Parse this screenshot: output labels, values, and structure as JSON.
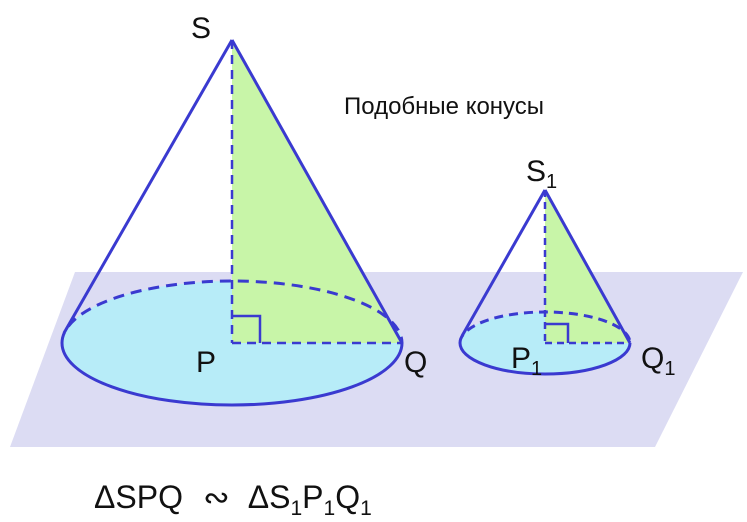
{
  "caption": "Подобные конусы",
  "big_cone": {
    "apex": "S",
    "center": "P",
    "edge": "Q"
  },
  "small_cone": {
    "apex": "S",
    "apex_sub": "1",
    "center": "P",
    "center_sub": "1",
    "edge": "Q",
    "edge_sub": "1"
  },
  "formula": {
    "delta_left": "Δ",
    "left": "SPQ",
    "similar": "∾",
    "delta_right": "Δ",
    "r1": "S",
    "r1_sub": "1",
    "r2": "P",
    "r2_sub": "1",
    "r3": "Q",
    "r3_sub": "1"
  },
  "colors": {
    "plane": "#dcdcf3",
    "base": "#b7ecf8",
    "triangle": "#c8f5a8",
    "lines": "#3a3ad0"
  }
}
